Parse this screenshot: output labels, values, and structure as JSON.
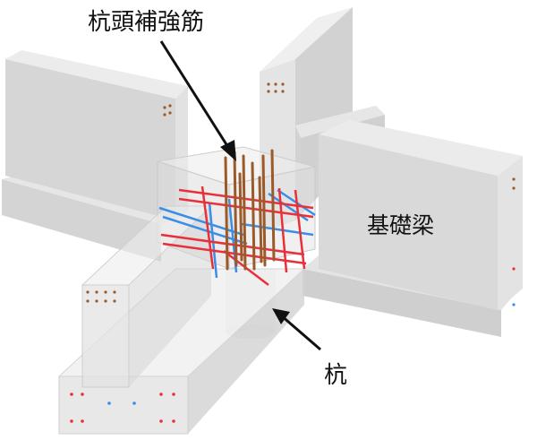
{
  "labels": {
    "pile_head_rebar": "杭頭補強筋",
    "foundation_beam": "基礎梁",
    "pile": "杭"
  },
  "colors": {
    "concrete_light": "#e8e8e8",
    "concrete_mid": "#d7d7d7",
    "concrete_dark": "#c4c4c4",
    "rebar_red": "#e8303a",
    "rebar_blue": "#3a8ee6",
    "rebar_brown": "#9a5a2a",
    "arrow": "#111111"
  }
}
